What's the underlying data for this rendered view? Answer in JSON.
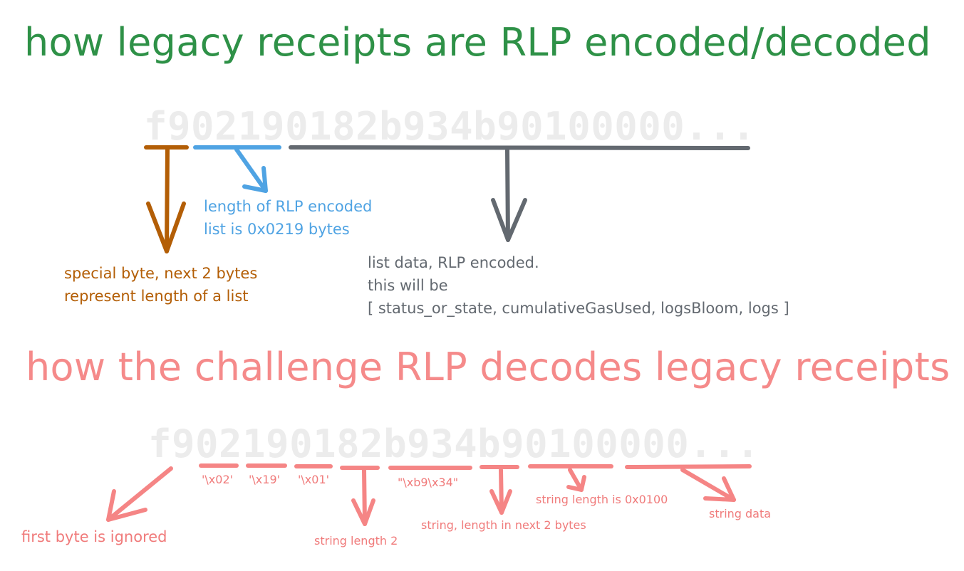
{
  "titles": {
    "legacy": "how legacy receipts are RLP encoded/decoded",
    "challenge": "how the challenge RLP decodes legacy receipts"
  },
  "hex_string": "f902190182b934b90100000...",
  "legacy_notes": {
    "special_byte": [
      "special byte, next 2 bytes",
      "represent length of a list"
    ],
    "list_length": [
      "length of RLP encoded",
      "list is 0x0219 bytes"
    ],
    "list_data": [
      "list data, RLP encoded.",
      "this will be",
      "[ status_or_state, cumulativeGasUsed, logsBloom, logs ]"
    ]
  },
  "challenge_labels": {
    "b02": "'\\x02'",
    "b19": "'\\x19'",
    "b01": "'\\x01'",
    "bb934": "\"\\xb9\\x34\"",
    "first_byte": "first byte is ignored",
    "string_len_2": "string length 2",
    "string_next2": "string, length in next 2 bytes",
    "string_len_0100": "string length is 0x0100",
    "string_data": "string data"
  },
  "colors": {
    "legacy_title": "#2e9147",
    "challenge_title": "#f58a8a",
    "orange": "#b35e06",
    "blue": "#4fa3e3",
    "gray": "#636970",
    "pink": "#f58585",
    "hex": "#ececec"
  }
}
